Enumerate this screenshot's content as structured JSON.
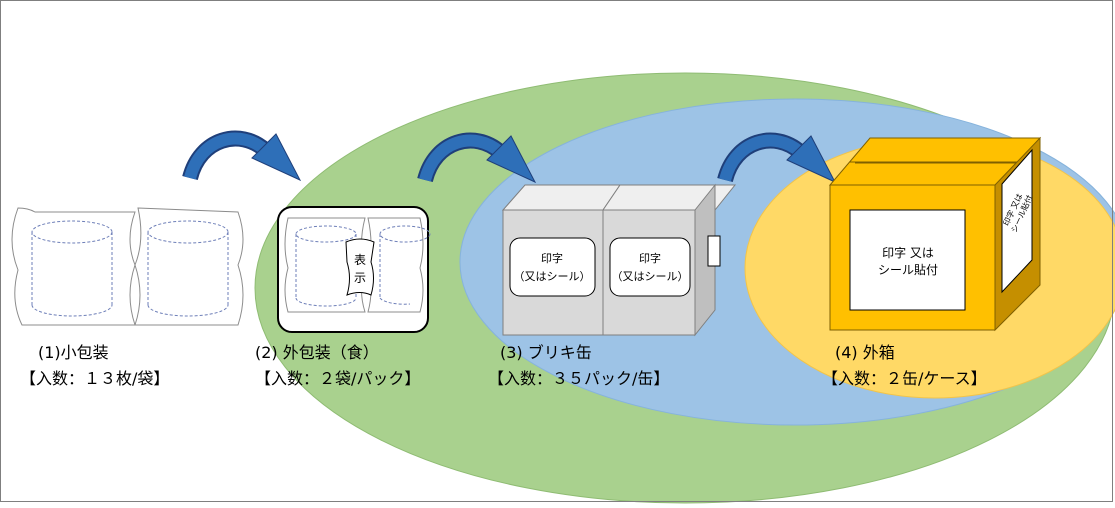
{
  "stages": [
    {
      "title": "(1)小包装",
      "qty": "【入数：１３枚/袋】"
    },
    {
      "title": "(2)  外包装（食）",
      "qty": "【入数：２袋/パック】"
    },
    {
      "title": "(3)  ブリキ缶",
      "qty": "【入数：３５パック/缶】"
    },
    {
      "title": "(4)  外箱",
      "qty": "【入数：２缶/ケース】"
    }
  ],
  "labels": {
    "outer_pack_display": "表示",
    "can_print_line1": "印字",
    "can_print_line2": "（又はシール）",
    "box_front_line1": "印字  又は",
    "box_front_line2": "シール貼付",
    "box_side_line1": "印字  又は",
    "box_side_line2": "シール貼付"
  },
  "colors": {
    "green_ellipse": "#a9d18e",
    "blue_ellipse": "#9dc3e6",
    "orange_ellipse": "#ffd966",
    "arrow": "#2e5597",
    "box_front": "#ffc000",
    "box_side": "#c58f00",
    "can_face": "#d9d9d9"
  }
}
